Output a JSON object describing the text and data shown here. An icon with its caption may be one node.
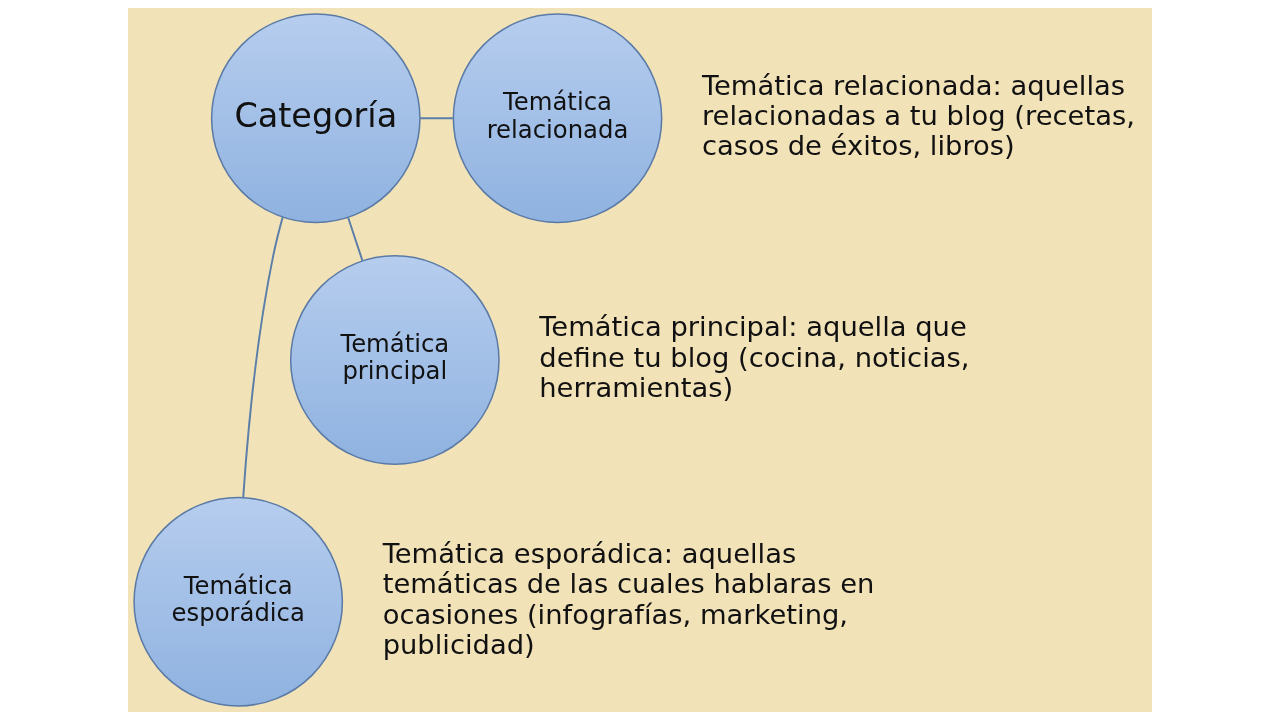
{
  "diagram": {
    "nodes": [
      {
        "text": [
          "Categoría"
        ]
      },
      {
        "text": [
          "Temática relacionada"
        ],
        "beside": [
          "Temática relacionada: aquellas relacionadas a tu blog (recetas, casos de éxitos, libros)"
        ]
      },
      {
        "text": [
          "Temática principal"
        ],
        "beside": [
          "Temática principal: aquella que define tu blog (cocina, noticias, herramientas)"
        ]
      },
      {
        "text": [
          "Temática esporádica"
        ],
        "beside": [
          "Temática esporádica: aquellas temáticas de las cuales hablaras en ocasiones (infografías, marketing, publicidad)"
        ]
      }
    ],
    "edges": [
      {
        "from": 0,
        "to": 1,
        "arrow": "none"
      },
      {
        "from": 0,
        "to": 2,
        "arrow": "none"
      },
      {
        "from": 0,
        "to": 3,
        "arrow": "none"
      }
    ]
  }
}
